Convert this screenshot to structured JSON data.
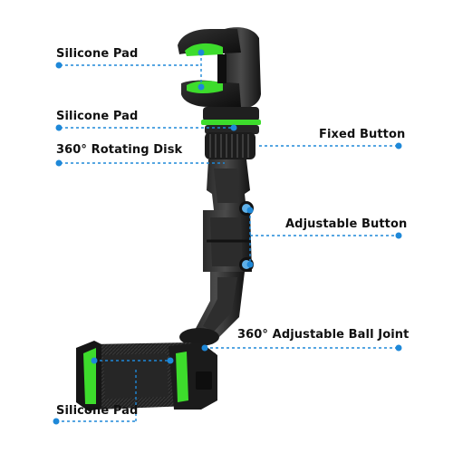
{
  "callouts": {
    "silicone_pad_top": "Silicone Pad",
    "silicone_pad_mid": "Silicone Pad",
    "rotating_disk": "360° Rotating Disk",
    "fixed_button": "Fixed Button",
    "adjustable_button": "Adjustable Button",
    "ball_joint": "360° Adjustable Ball Joint",
    "silicone_pad_bottom": "Silicone Pad"
  },
  "colors": {
    "accent_green": "#3ddc2c",
    "callout_blue": "#1e88d8",
    "body_black": "#1b1b1b"
  }
}
